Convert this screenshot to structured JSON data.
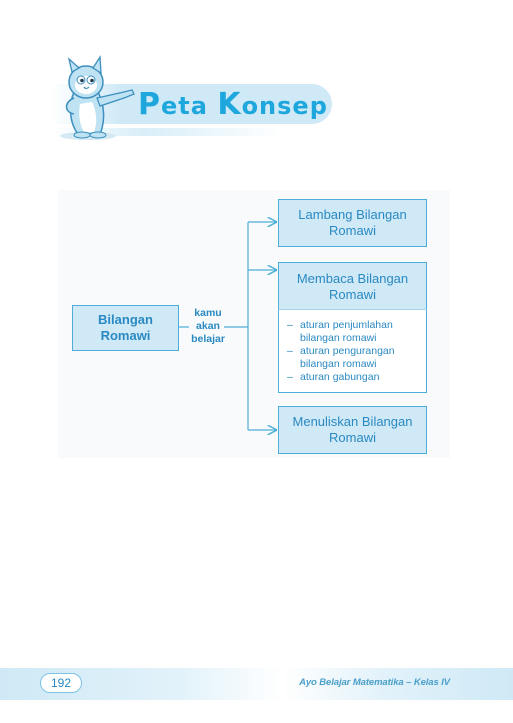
{
  "header": {
    "title_parts": [
      {
        "cap": "P",
        "rest": "eta "
      },
      {
        "cap": "K",
        "rest": "onsep"
      }
    ]
  },
  "diagram": {
    "root": [
      "Bilangan",
      "Romawi"
    ],
    "connector": [
      "kamu",
      "akan",
      "belajar"
    ],
    "branches": [
      {
        "label": [
          "Lambang Bilangan",
          "Romawi"
        ]
      },
      {
        "label": [
          "Membaca Bilangan",
          "Romawi"
        ],
        "rules": [
          [
            "aturan penjumlahan",
            "bilangan romawi"
          ],
          [
            "aturan pengurangan",
            "bilangan romawi"
          ],
          [
            "aturan gabungan"
          ]
        ]
      },
      {
        "label": [
          "Menuliskan Bilangan",
          "Romawi"
        ]
      }
    ]
  },
  "footer": {
    "page_number": "192",
    "book_title": "Ayo Belajar Matematika – Kelas IV"
  },
  "colors": {
    "accent": "#1ea7dd",
    "box_fill": "#cfe9f6",
    "box_border": "#4eaed8",
    "text_blue": "#2a89c2"
  }
}
